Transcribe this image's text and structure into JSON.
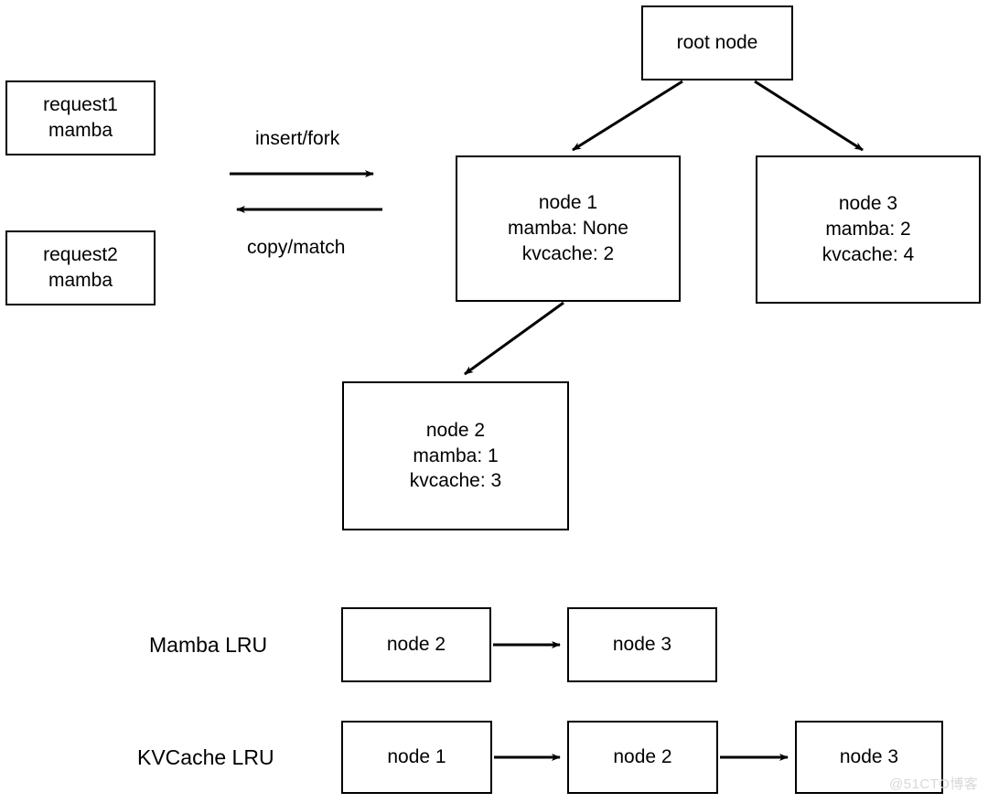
{
  "diagram": {
    "requests": [
      {
        "name": "request1",
        "lines": [
          "request1",
          "mamba"
        ]
      },
      {
        "name": "request2",
        "lines": [
          "request2",
          "mamba"
        ]
      }
    ],
    "flow_labels": {
      "forward": "insert/fork",
      "backward": "copy/match"
    },
    "tree": {
      "root": {
        "lines": [
          "root node"
        ]
      },
      "node1": {
        "lines": [
          "node 1",
          "mamba: None",
          "kvcache: 2"
        ]
      },
      "node3": {
        "lines": [
          "node 3",
          "mamba: 2",
          "kvcache: 4"
        ]
      },
      "node2": {
        "lines": [
          "node 2",
          "mamba: 1",
          "kvcache: 3"
        ]
      }
    },
    "lru_lists": [
      {
        "label": "Mamba LRU",
        "items": [
          "node 2",
          "node 3"
        ]
      },
      {
        "label": "KVCache LRU",
        "items": [
          "node 1",
          "node 2",
          "node 3"
        ]
      }
    ],
    "watermark": "@51CTO博客",
    "colors": {
      "stroke": "#000000",
      "background": "#ffffff",
      "watermark": "#d8d8d8"
    }
  }
}
